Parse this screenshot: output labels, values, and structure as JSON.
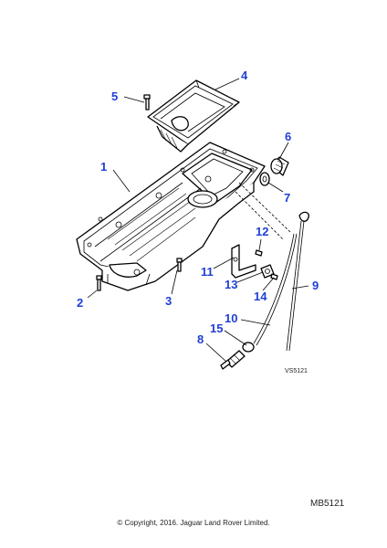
{
  "diagram": {
    "drawing_code": "VS5121",
    "reference": "MB5121",
    "copyright": "© Copyright, 2016. Jaguar Land Rover Limited.",
    "callout_color": "#1f3fd6",
    "callouts": [
      "1",
      "2",
      "3",
      "4",
      "5",
      "6",
      "7",
      "8",
      "9",
      "10",
      "11",
      "12",
      "13",
      "14",
      "15"
    ]
  }
}
